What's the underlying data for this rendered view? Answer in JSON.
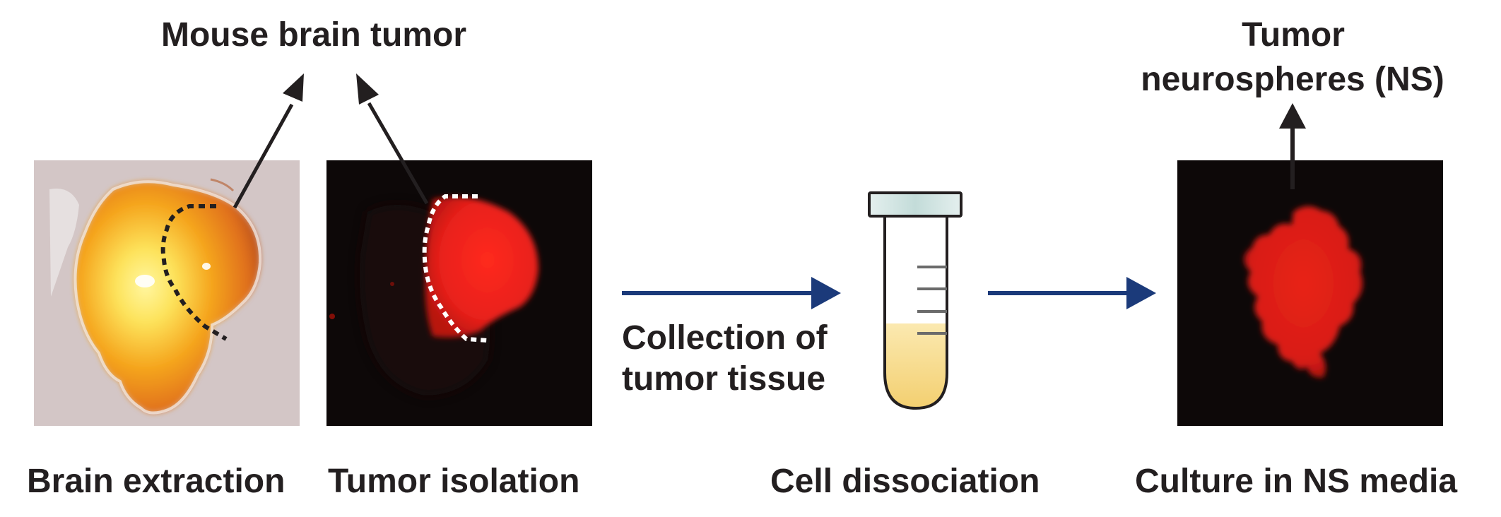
{
  "labels": {
    "mouse_brain_tumor": "Mouse brain tumor",
    "tumor_ns_line1": "Tumor",
    "tumor_ns_line2": "neurospheres (NS)",
    "collection_line1": "Collection of",
    "collection_line2": "tumor tissue",
    "brain_extraction": "Brain extraction",
    "tumor_isolation": "Tumor isolation",
    "cell_dissociation": "Cell dissociation",
    "culture": "Culture in NS media"
  },
  "colors": {
    "text": "#231f20",
    "flow_arrow": "#1b3a7a",
    "panel_dark": "#0d0808",
    "tumor_red": "#e8201a",
    "brain_orange": "#f0a01a",
    "tube_cap": "#cfe3e1",
    "tube_liquid": "#f6d98a"
  },
  "icons": {
    "tube": "test-tube-icon"
  }
}
